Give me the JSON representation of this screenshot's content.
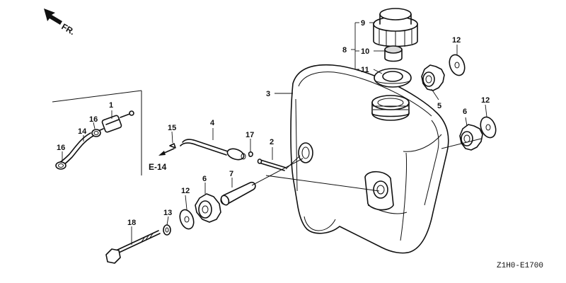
{
  "direction_label": "FR.",
  "reference_label": "E-14",
  "diagram_code": "Z1H0-E1700",
  "callouts": {
    "c1": "1",
    "c2": "2",
    "c3": "3",
    "c4": "4",
    "c5": "5",
    "c6": "6",
    "c6b": "6",
    "c7": "7",
    "c8": "8",
    "c9": "9",
    "c10": "10",
    "c11": "11",
    "c12a": "12",
    "c12b": "12",
    "c12c": "12",
    "c13": "13",
    "c14": "14",
    "c15": "15",
    "c16a": "16",
    "c16b": "16",
    "c17": "17",
    "c18": "18"
  }
}
